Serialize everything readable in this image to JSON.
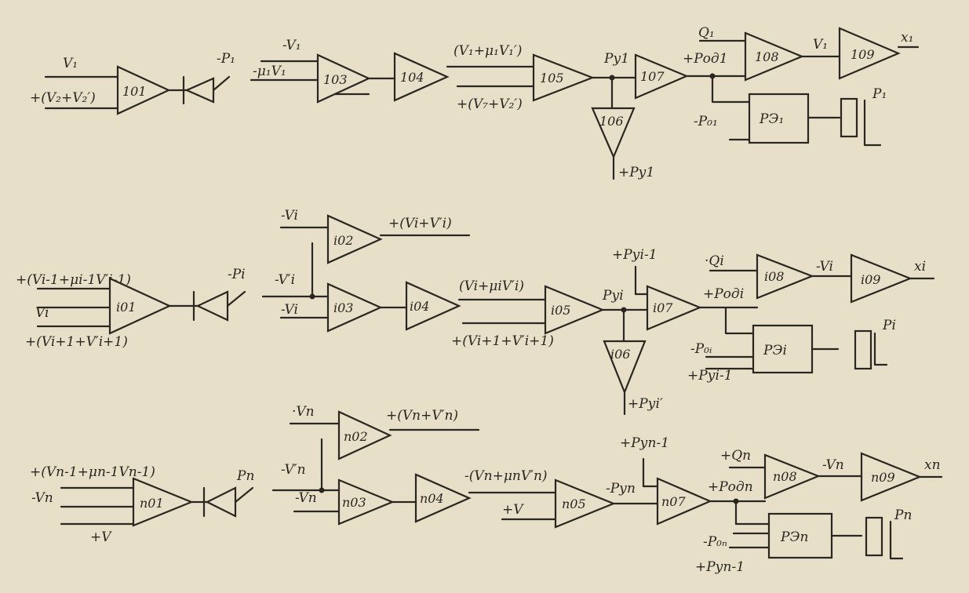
{
  "row1": {
    "inputs_101": [
      "V₁",
      "+(V₂+V₂′)"
    ],
    "amp_101": "101",
    "relay_label": "-P₁",
    "in_103": [
      "-V₁",
      "-μ₁V₁"
    ],
    "amp_103": "103",
    "amp_104": "104",
    "out_104": "(V₁+μ₁V₁′)",
    "in_105": "+(V₇+V₂′)",
    "amp_105": "105",
    "node_105": "Pу1",
    "amp_106": "106",
    "out_106": "+Pу1",
    "amp_107": "107",
    "node_107": "+Pод1",
    "q_in": "Q₁",
    "amp_108": "108",
    "out_108": "V₁",
    "amp_109": "109",
    "out_109": "x₁",
    "re_in": "-P₀₁",
    "re_label": "РЭ₁",
    "coil_label": "P₁"
  },
  "row2": {
    "inputs_i01": [
      "+(Vi-1+μi-1V′i-1)",
      "Vi",
      "+(Vi+1+V′i+1)"
    ],
    "amp_i01": "i01",
    "relay_label": "-Pi",
    "in_i02": "-Vi",
    "amp_i02": "i02",
    "out_i02": "+(Vi+V′i)",
    "in_i03": [
      "-V′i",
      "-Vi"
    ],
    "amp_i03": "i03",
    "amp_i04": "i04",
    "out_i04": "(Vi+μiV′i)",
    "in_i05": "+(Vi+1+V′i+1)",
    "amp_i05": "i05",
    "node_i05": "Pуi",
    "amp_i06": "i06",
    "out_i06": "+Pуi′",
    "in_i07": "+Pуi-1",
    "amp_i07": "i07",
    "node_i07": "+Pодi",
    "q_in": "·Qi",
    "amp_i08": "i08",
    "out_i08": "-Vi",
    "amp_i09": "i09",
    "out_i09": "xi",
    "re_in": [
      "-P₀ᵢ",
      "+Pуi-1"
    ],
    "re_label": "РЭi",
    "coil_label": "Pi"
  },
  "row3": {
    "inputs_n01": [
      "+(Vn-1+μn-1Vn-1)",
      "-Vn",
      "+V"
    ],
    "amp_n01": "n01",
    "relay_label": "Pn",
    "in_n02": "·Vn",
    "amp_n02": "n02",
    "out_n02": "+(Vn+V′n)",
    "in_n03": [
      "-V′n",
      "-Vn"
    ],
    "amp_n03": "n03",
    "amp_n04": "n04",
    "out_n04": "-(Vn+μnV′n)",
    "in_n05": "+V",
    "amp_n05": "n05",
    "node_n05": "-Pуn",
    "in_n07": "+Pуn-1",
    "amp_n07": "n07",
    "node_n07": "+Pодn",
    "q_in": "+Qn",
    "amp_n08": "n08",
    "out_n08": "-Vn",
    "amp_n09": "n09",
    "out_n09": "xn",
    "re_in": [
      "-P₀ₙ",
      "+Pуn-1"
    ],
    "re_label": "РЭn",
    "coil_label": "Pn"
  }
}
